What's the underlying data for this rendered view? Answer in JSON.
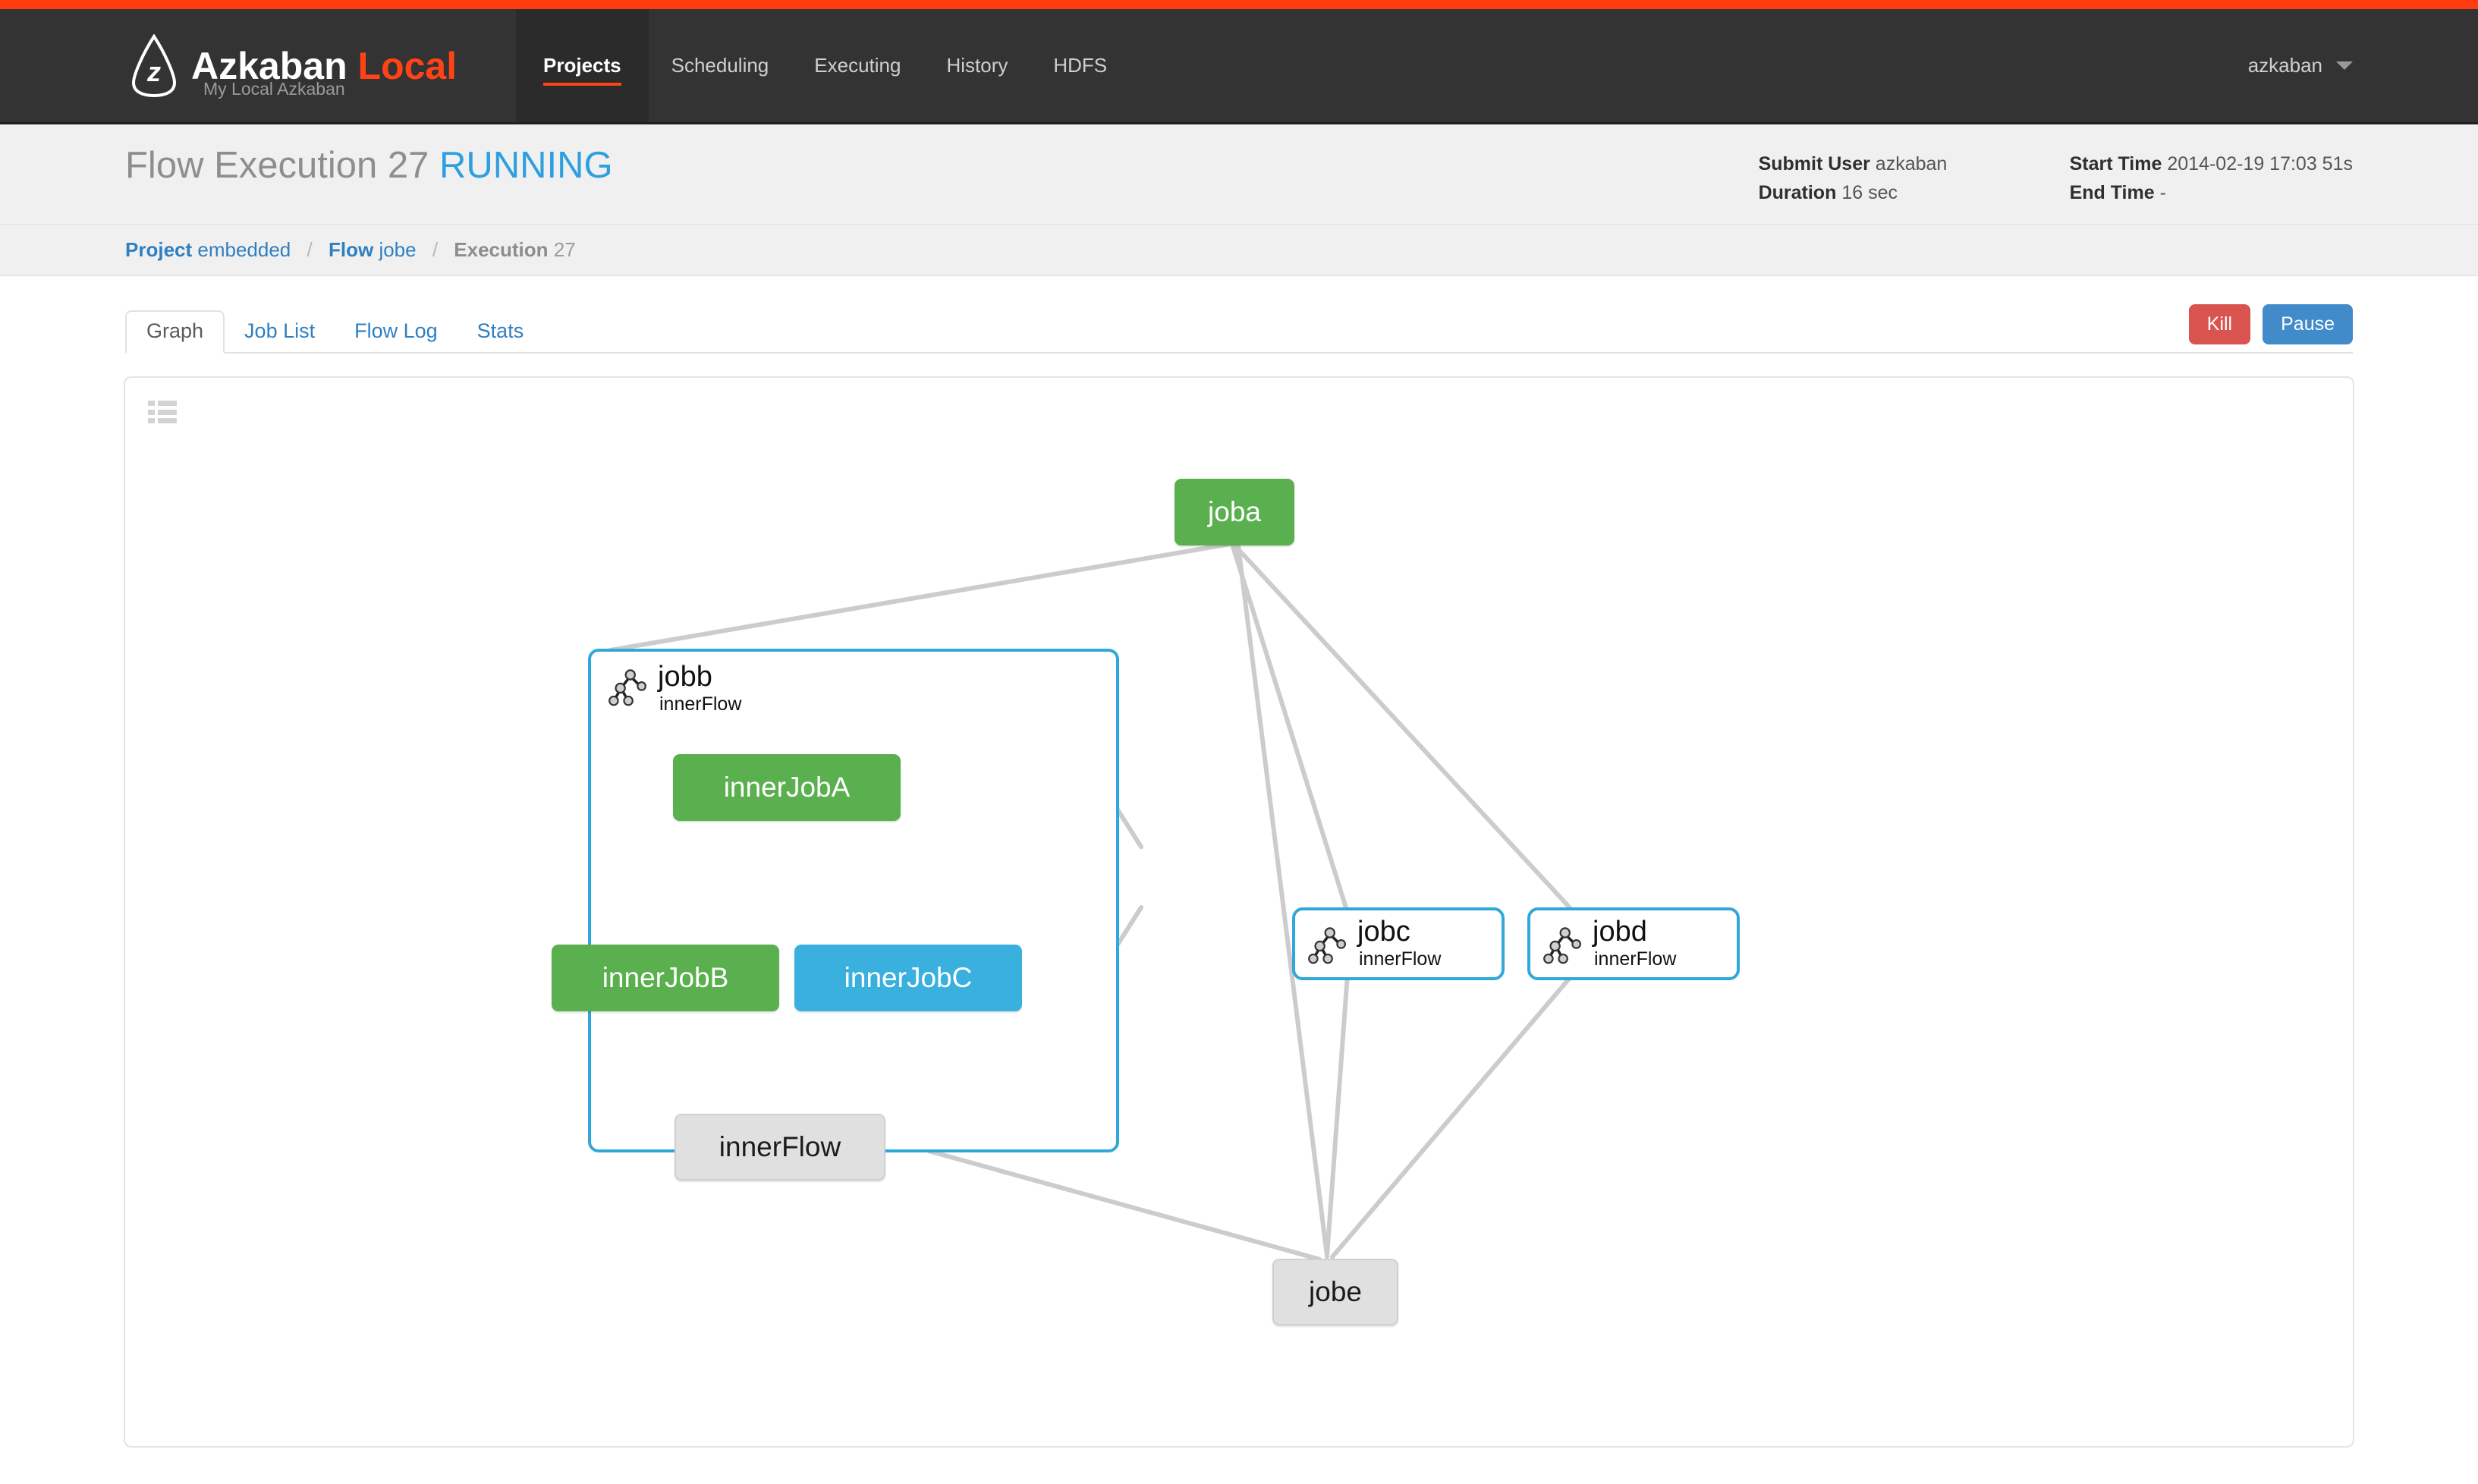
{
  "brand": {
    "name": "Azkaban",
    "suffix": "Local",
    "subtitle": "My Local Azkaban",
    "logo_icon": "azkaban-logo-icon"
  },
  "nav": {
    "items": [
      {
        "label": "Projects",
        "active": true
      },
      {
        "label": "Scheduling",
        "active": false
      },
      {
        "label": "Executing",
        "active": false
      },
      {
        "label": "History",
        "active": false
      },
      {
        "label": "HDFS",
        "active": false
      }
    ],
    "user": "azkaban",
    "caret_icon": "chevron-down-icon"
  },
  "header": {
    "title": "Flow Execution 27",
    "status": "RUNNING",
    "meta": [
      {
        "label": "Submit User",
        "value": "azkaban"
      },
      {
        "label": "Duration",
        "value": "16 sec"
      },
      {
        "label": "Start Time",
        "value": "2014-02-19 17:03 51s"
      },
      {
        "label": "End Time",
        "value": "-"
      }
    ]
  },
  "breadcrumb": {
    "project_label": "Project",
    "project_value": "embedded",
    "flow_label": "Flow",
    "flow_value": "jobe",
    "execution_label": "Execution",
    "execution_value": "27",
    "separator": "/"
  },
  "tabs": {
    "items": [
      {
        "label": "Graph",
        "active": true
      },
      {
        "label": "Job List",
        "active": false
      },
      {
        "label": "Flow Log",
        "active": false
      },
      {
        "label": "Stats",
        "active": false
      }
    ],
    "kill_label": "Kill",
    "pause_label": "Pause"
  },
  "graph": {
    "list_icon": "list-menu-icon",
    "colors": {
      "succeeded": "#5aaf4f",
      "running": "#3ab0df",
      "ready": "#e0e0e0",
      "flow_border": "#31a8da",
      "edge": "#cccccc"
    },
    "nodes": [
      {
        "id": "joba",
        "label": "joba",
        "state": "succeeded",
        "type": "job"
      },
      {
        "id": "jobb",
        "label": "jobb",
        "sublabel": "innerFlow",
        "state": "running",
        "type": "flow-expanded"
      },
      {
        "id": "innerJobA",
        "label": "innerJobA",
        "state": "succeeded",
        "type": "job"
      },
      {
        "id": "innerJobB",
        "label": "innerJobB",
        "state": "succeeded",
        "type": "job"
      },
      {
        "id": "innerJobC",
        "label": "innerJobC",
        "state": "running",
        "type": "job"
      },
      {
        "id": "innerFlow",
        "label": "innerFlow",
        "state": "ready",
        "type": "job"
      },
      {
        "id": "jobc",
        "label": "jobc",
        "sublabel": "innerFlow",
        "state": "running",
        "type": "flow-collapsed"
      },
      {
        "id": "jobd",
        "label": "jobd",
        "sublabel": "innerFlow",
        "state": "running",
        "type": "flow-collapsed"
      },
      {
        "id": "jobe",
        "label": "jobe",
        "state": "ready",
        "type": "job"
      }
    ],
    "edges": [
      {
        "from": "joba",
        "to": "jobb"
      },
      {
        "from": "joba",
        "to": "jobc"
      },
      {
        "from": "joba",
        "to": "jobd"
      },
      {
        "from": "joba",
        "to": "jobe"
      },
      {
        "from": "innerJobA",
        "to": "innerJobB"
      },
      {
        "from": "innerJobA",
        "to": "innerJobC"
      },
      {
        "from": "innerJobB",
        "to": "innerFlow"
      },
      {
        "from": "innerJobC",
        "to": "innerFlow"
      },
      {
        "from": "jobb",
        "to": "jobe"
      },
      {
        "from": "jobc",
        "to": "jobe"
      },
      {
        "from": "jobd",
        "to": "jobe"
      }
    ]
  }
}
